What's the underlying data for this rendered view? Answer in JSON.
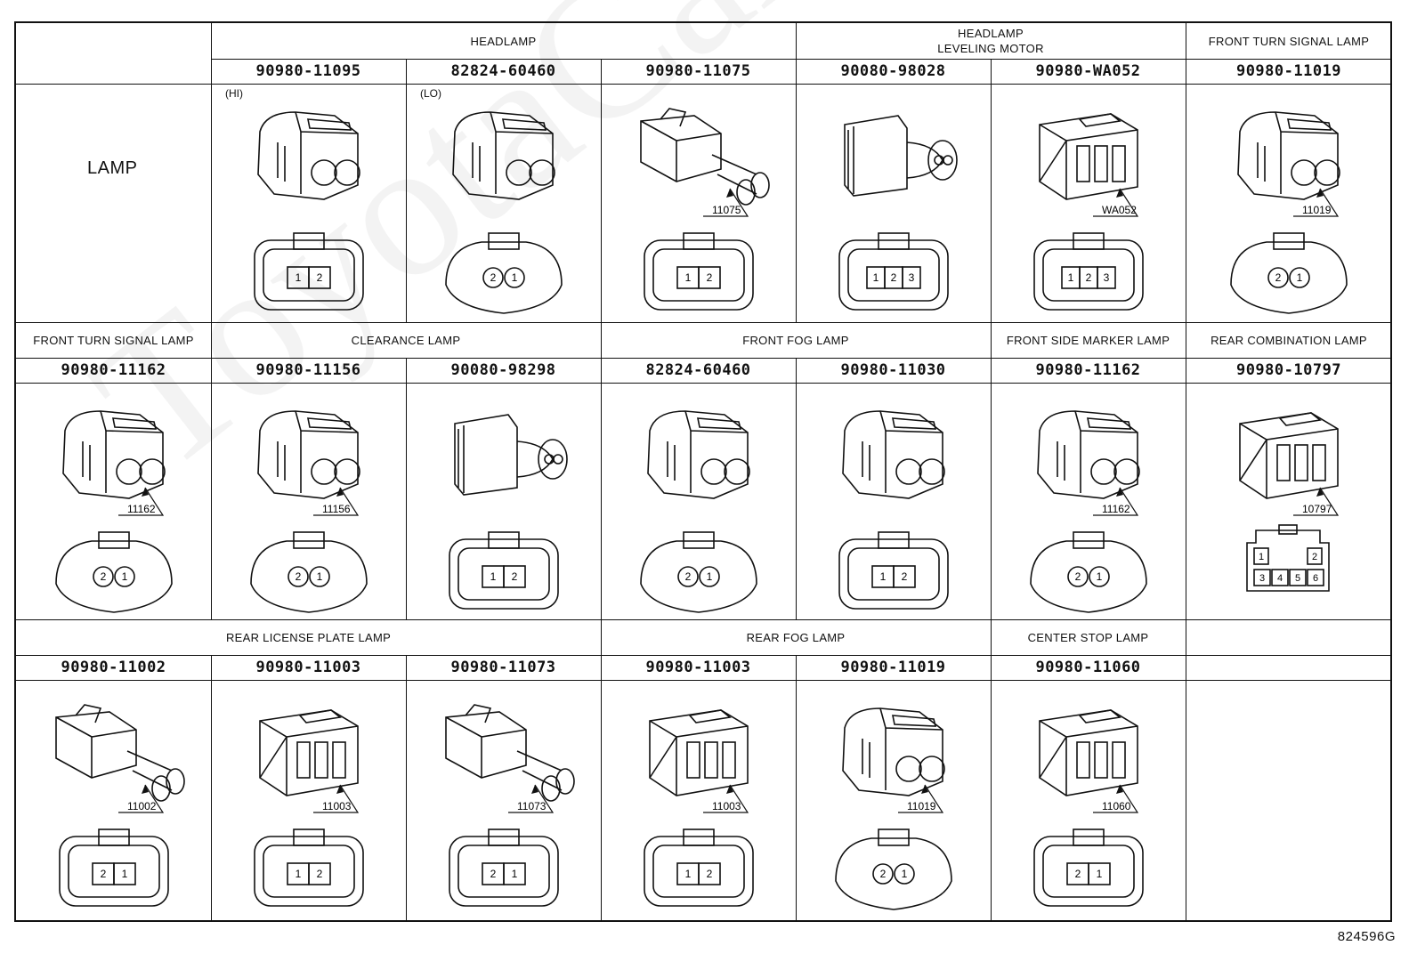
{
  "corner_label": "LAMP",
  "figure_code": "824596G",
  "watermark": "ToyotaCarMine",
  "rows": [
    {
      "groups": [
        {
          "label": "HEADLAMP",
          "span": 3
        },
        {
          "label": "HEADLAMP\nLEVELING MOTOR",
          "span": 2
        },
        {
          "label": "FRONT TURN SIGNAL LAMP",
          "span": 1
        }
      ],
      "cells": [
        {
          "part": "90980-11095",
          "note": "(HI)",
          "callout": "",
          "pins": [
            "1",
            "2"
          ]
        },
        {
          "part": "82824-60460",
          "note": "(LO)",
          "callout": "",
          "pins": [
            "2",
            "1"
          ]
        },
        {
          "part": "90980-11075",
          "note": "",
          "callout": "11075",
          "pins": [
            "1",
            "2"
          ]
        },
        {
          "part": "90080-98028",
          "note": "",
          "callout": "",
          "pins": [
            "1",
            "2",
            "3"
          ]
        },
        {
          "part": "90980-WA052",
          "note": "",
          "callout": "WA052",
          "pins": [
            "1",
            "2",
            "3"
          ]
        },
        {
          "part": "90980-11019",
          "note": "",
          "callout": "11019",
          "pins": [
            "2",
            "1"
          ]
        }
      ]
    },
    {
      "groups": [
        {
          "label": "FRONT TURN SIGNAL LAMP",
          "span": 1
        },
        {
          "label": "CLEARANCE LAMP",
          "span": 2
        },
        {
          "label": "FRONT FOG LAMP",
          "span": 2
        },
        {
          "label": "FRONT SIDE MARKER LAMP",
          "span": 1
        },
        {
          "label": "REAR COMBINATION LAMP",
          "span": 1
        }
      ],
      "cells": [
        {
          "part": "90980-11162",
          "note": "",
          "callout": "11162",
          "pins": [
            "2",
            "1"
          ]
        },
        {
          "part": "90980-11156",
          "note": "",
          "callout": "11156",
          "pins": [
            "2",
            "1"
          ]
        },
        {
          "part": "90080-98298",
          "note": "",
          "callout": "",
          "pins": [
            "1",
            "2"
          ]
        },
        {
          "part": "82824-60460",
          "note": "",
          "callout": "",
          "pins": [
            "2",
            "1"
          ]
        },
        {
          "part": "90980-11030",
          "note": "",
          "callout": "",
          "pins": [
            "1",
            "2"
          ]
        },
        {
          "part": "90980-11162",
          "note": "",
          "callout": "11162",
          "pins": [
            "2",
            "1"
          ]
        },
        {
          "part": "90980-10797",
          "note": "",
          "callout": "10797",
          "pins": [
            "1",
            "2",
            "3",
            "4",
            "5",
            "6"
          ]
        }
      ]
    },
    {
      "groups": [
        {
          "label": "REAR LICENSE PLATE LAMP",
          "span": 3
        },
        {
          "label": "REAR FOG LAMP",
          "span": 2
        },
        {
          "label": "CENTER STOP LAMP",
          "span": 1
        },
        {
          "label": "",
          "span": 1
        }
      ],
      "cells": [
        {
          "part": "90980-11002",
          "note": "",
          "callout": "11002",
          "pins": [
            "2",
            "1"
          ]
        },
        {
          "part": "90980-11003",
          "note": "",
          "callout": "11003",
          "pins": [
            "1",
            "2"
          ]
        },
        {
          "part": "90980-11073",
          "note": "",
          "callout": "11073",
          "pins": [
            "2",
            "1"
          ]
        },
        {
          "part": "90980-11003",
          "note": "",
          "callout": "11003",
          "pins": [
            "1",
            "2"
          ]
        },
        {
          "part": "90980-11019",
          "note": "",
          "callout": "11019",
          "pins": [
            "2",
            "1"
          ]
        },
        {
          "part": "90980-11060",
          "note": "",
          "callout": "11060",
          "pins": [
            "2",
            "1"
          ]
        },
        {
          "part": "",
          "note": "",
          "callout": "",
          "pins": []
        }
      ]
    }
  ]
}
